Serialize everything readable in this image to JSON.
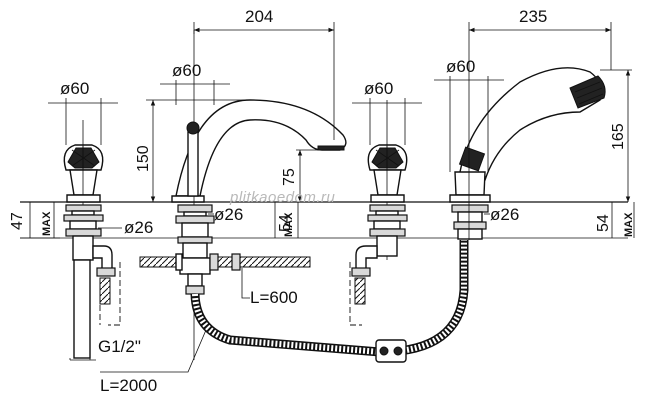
{
  "dims": {
    "w204": "204",
    "w235": "235",
    "d60_a": "ø60",
    "d60_b": "ø60",
    "d60_c": "ø60",
    "d60_d": "ø60",
    "h150": "150",
    "h75": "75",
    "h165": "165",
    "h47": "47",
    "h54_a": "54",
    "h54_b": "54",
    "max_a": "MAX",
    "max_b": "MAX",
    "max_c": "MAX",
    "d26_a": "ø26",
    "d26_b": "ø26",
    "d26_c": "ø26",
    "l600": "L=600",
    "l2000": "L=2000",
    "g12": "G1/2\""
  },
  "watermark": "plitkaoedom.ru",
  "colors": {
    "line": "#111111",
    "hatch": "#d9d9d9",
    "watermark": "#b9b9b9"
  }
}
